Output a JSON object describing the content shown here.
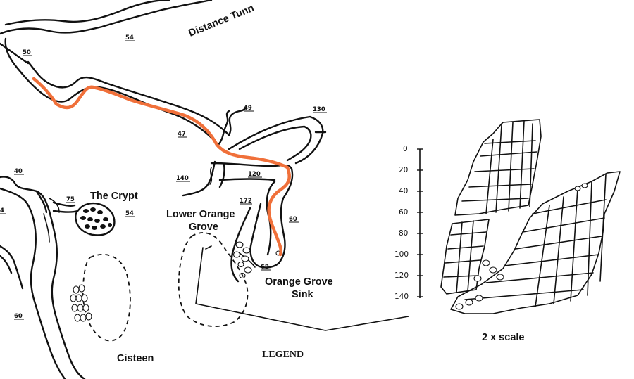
{
  "labels": {
    "distance_tunnel": "Distance Tunn",
    "the_crypt": "The Crypt",
    "lower_orange_grove_1": "Lower Orange",
    "lower_orange_grove_2": "Grove",
    "orange_grove_sink_1": "Orange Grove",
    "orange_grove_sink_2": "Sink",
    "cisteen": "Cisteen",
    "legend": "LEGEND",
    "scale_note": "2 x scale"
  },
  "depth_markers": {
    "d54": "54",
    "d50": "50",
    "d47": "47",
    "d49": "49",
    "d130": "130",
    "d140": "140",
    "d120": "120",
    "d172": "172",
    "d60a": "60",
    "d68": "68",
    "d40": "40",
    "d75": "75",
    "d54b": "54",
    "d4": "4",
    "d60b": "60"
  },
  "depth_scale": [
    "0",
    "20",
    "40",
    "60",
    "80",
    "100",
    "120",
    "140"
  ],
  "colors": {
    "route": "#f0703a",
    "ink": "#111111",
    "paper": "#ffffff"
  }
}
